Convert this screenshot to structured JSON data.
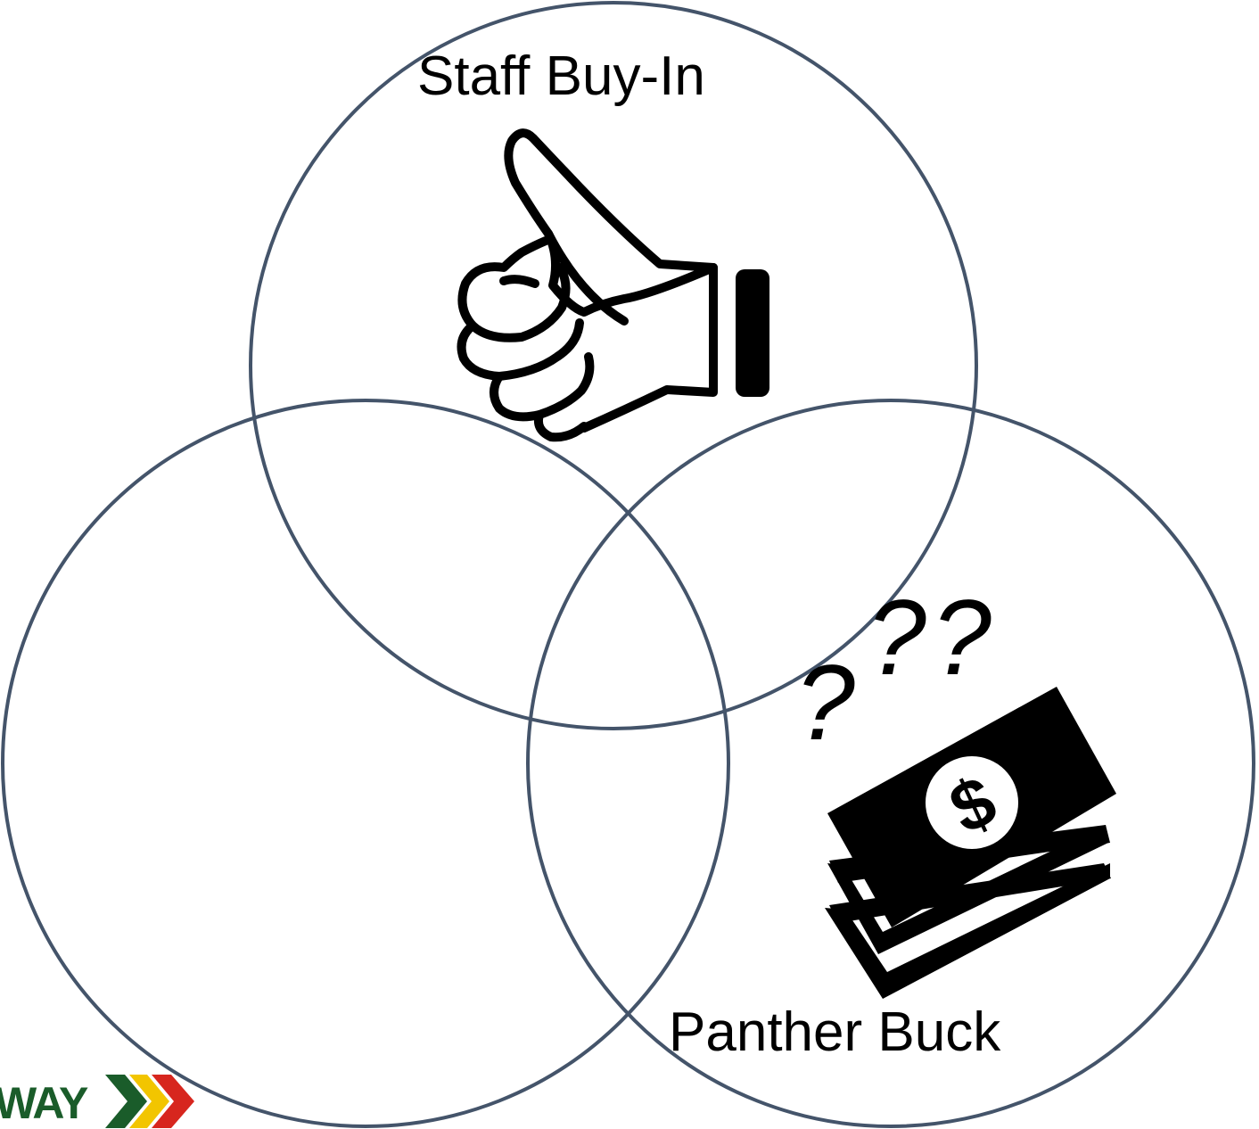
{
  "diagram": {
    "type": "venn",
    "circles": [
      {
        "id": "top",
        "label": "Staff Buy-In",
        "icon": "thumbs-up-icon"
      },
      {
        "id": "left",
        "label": ""
      },
      {
        "id": "right",
        "label": "Panther Buck",
        "icon": "money-stack-icon"
      }
    ],
    "outline_color": "#44546a"
  },
  "labels": {
    "staff": "Staff Buy-In",
    "panther": "Panther Buck"
  },
  "question_marks": [
    "?",
    "?",
    "?"
  ],
  "logo": {
    "text": "WAY",
    "icon": "chevron-arrows-icon",
    "colors": [
      "#1a5c2a",
      "#f2c500",
      "#d7261e"
    ]
  }
}
